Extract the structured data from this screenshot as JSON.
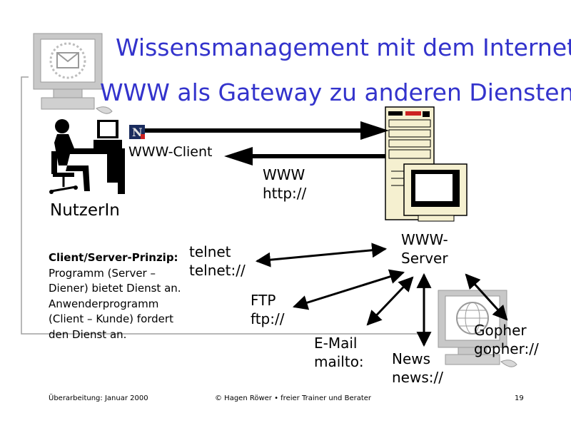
{
  "slide": {
    "title_line1": "Wissensmanagement mit dem Internet",
    "title_line2": "WWW als Gateway zu anderen Diensten"
  },
  "client": {
    "label": "WWW-Client",
    "user_label": "NutzerIn"
  },
  "server": {
    "label_line1": "WWW-",
    "label_line2": "Server"
  },
  "protocols": {
    "www": {
      "name": "WWW",
      "scheme": "http://"
    },
    "telnet": {
      "name": "telnet",
      "scheme": "telnet://"
    },
    "ftp": {
      "name": "FTP",
      "scheme": "ftp://"
    },
    "email": {
      "name": "E-Mail",
      "scheme": "mailto:"
    },
    "news": {
      "name": "News",
      "scheme": "news://"
    },
    "gopher": {
      "name": "Gopher",
      "scheme": "gopher://"
    }
  },
  "note": {
    "heading": "Client/Server-Prinzip:",
    "body": "Programm (Server – Diener) bietet Dienst an. Anwenderprogramm (Client – Kunde) fordert den Dienst an."
  },
  "footer": {
    "left": "Überarbeitung: Januar 2000",
    "center": "© Hagen Röwer • freier Trainer und Berater",
    "page": "19"
  },
  "colors": {
    "title": "#3333cc",
    "device": "#c0c0c0",
    "beige": "#f5f0d0",
    "border_line": "#a0a0a0"
  },
  "icons": {
    "mail_monitor": "mail-monitor-icon",
    "globe_monitor": "globe-monitor-icon",
    "browser": "netscape-n-icon",
    "user": "person-at-computer-icon",
    "server": "server-tower-icon"
  }
}
